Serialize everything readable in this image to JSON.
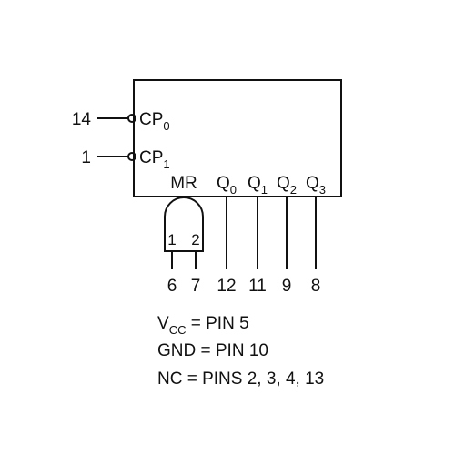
{
  "inputs": [
    {
      "pin": "14",
      "label": "CP",
      "sub": "0"
    },
    {
      "pin": "1",
      "label": "CP",
      "sub": "1"
    }
  ],
  "master_reset": {
    "label": "MR",
    "gate_inputs": [
      "1",
      "2"
    ],
    "pins": [
      "6",
      "7"
    ]
  },
  "outputs": [
    {
      "label": "Q",
      "sub": "0",
      "pin": "12"
    },
    {
      "label": "Q",
      "sub": "1",
      "pin": "11"
    },
    {
      "label": "Q",
      "sub": "2",
      "pin": "9"
    },
    {
      "label": "Q",
      "sub": "3",
      "pin": "8"
    }
  ],
  "notes": {
    "vcc_label": "V",
    "vcc_sub": "CC",
    "vcc_text": " = PIN 5",
    "gnd": "GND = PIN 10",
    "nc": "NC = PINS 2, 3, 4, 13"
  }
}
